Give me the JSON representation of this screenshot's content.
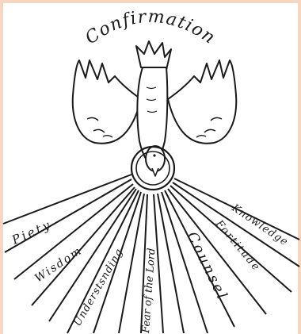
{
  "title": "Confirmation",
  "gifts": [
    "Piety",
    "Wisdom",
    "Understsnding",
    "Fear of the Lord",
    "Counsel",
    "Fortitude",
    "Knowledge"
  ],
  "colors": {
    "background": "#f6d6c0",
    "panel": "#ffffff",
    "ink": "#1a1a1a"
  },
  "icons": {
    "emblem": "dove-icon",
    "halo": "ring-icon"
  }
}
